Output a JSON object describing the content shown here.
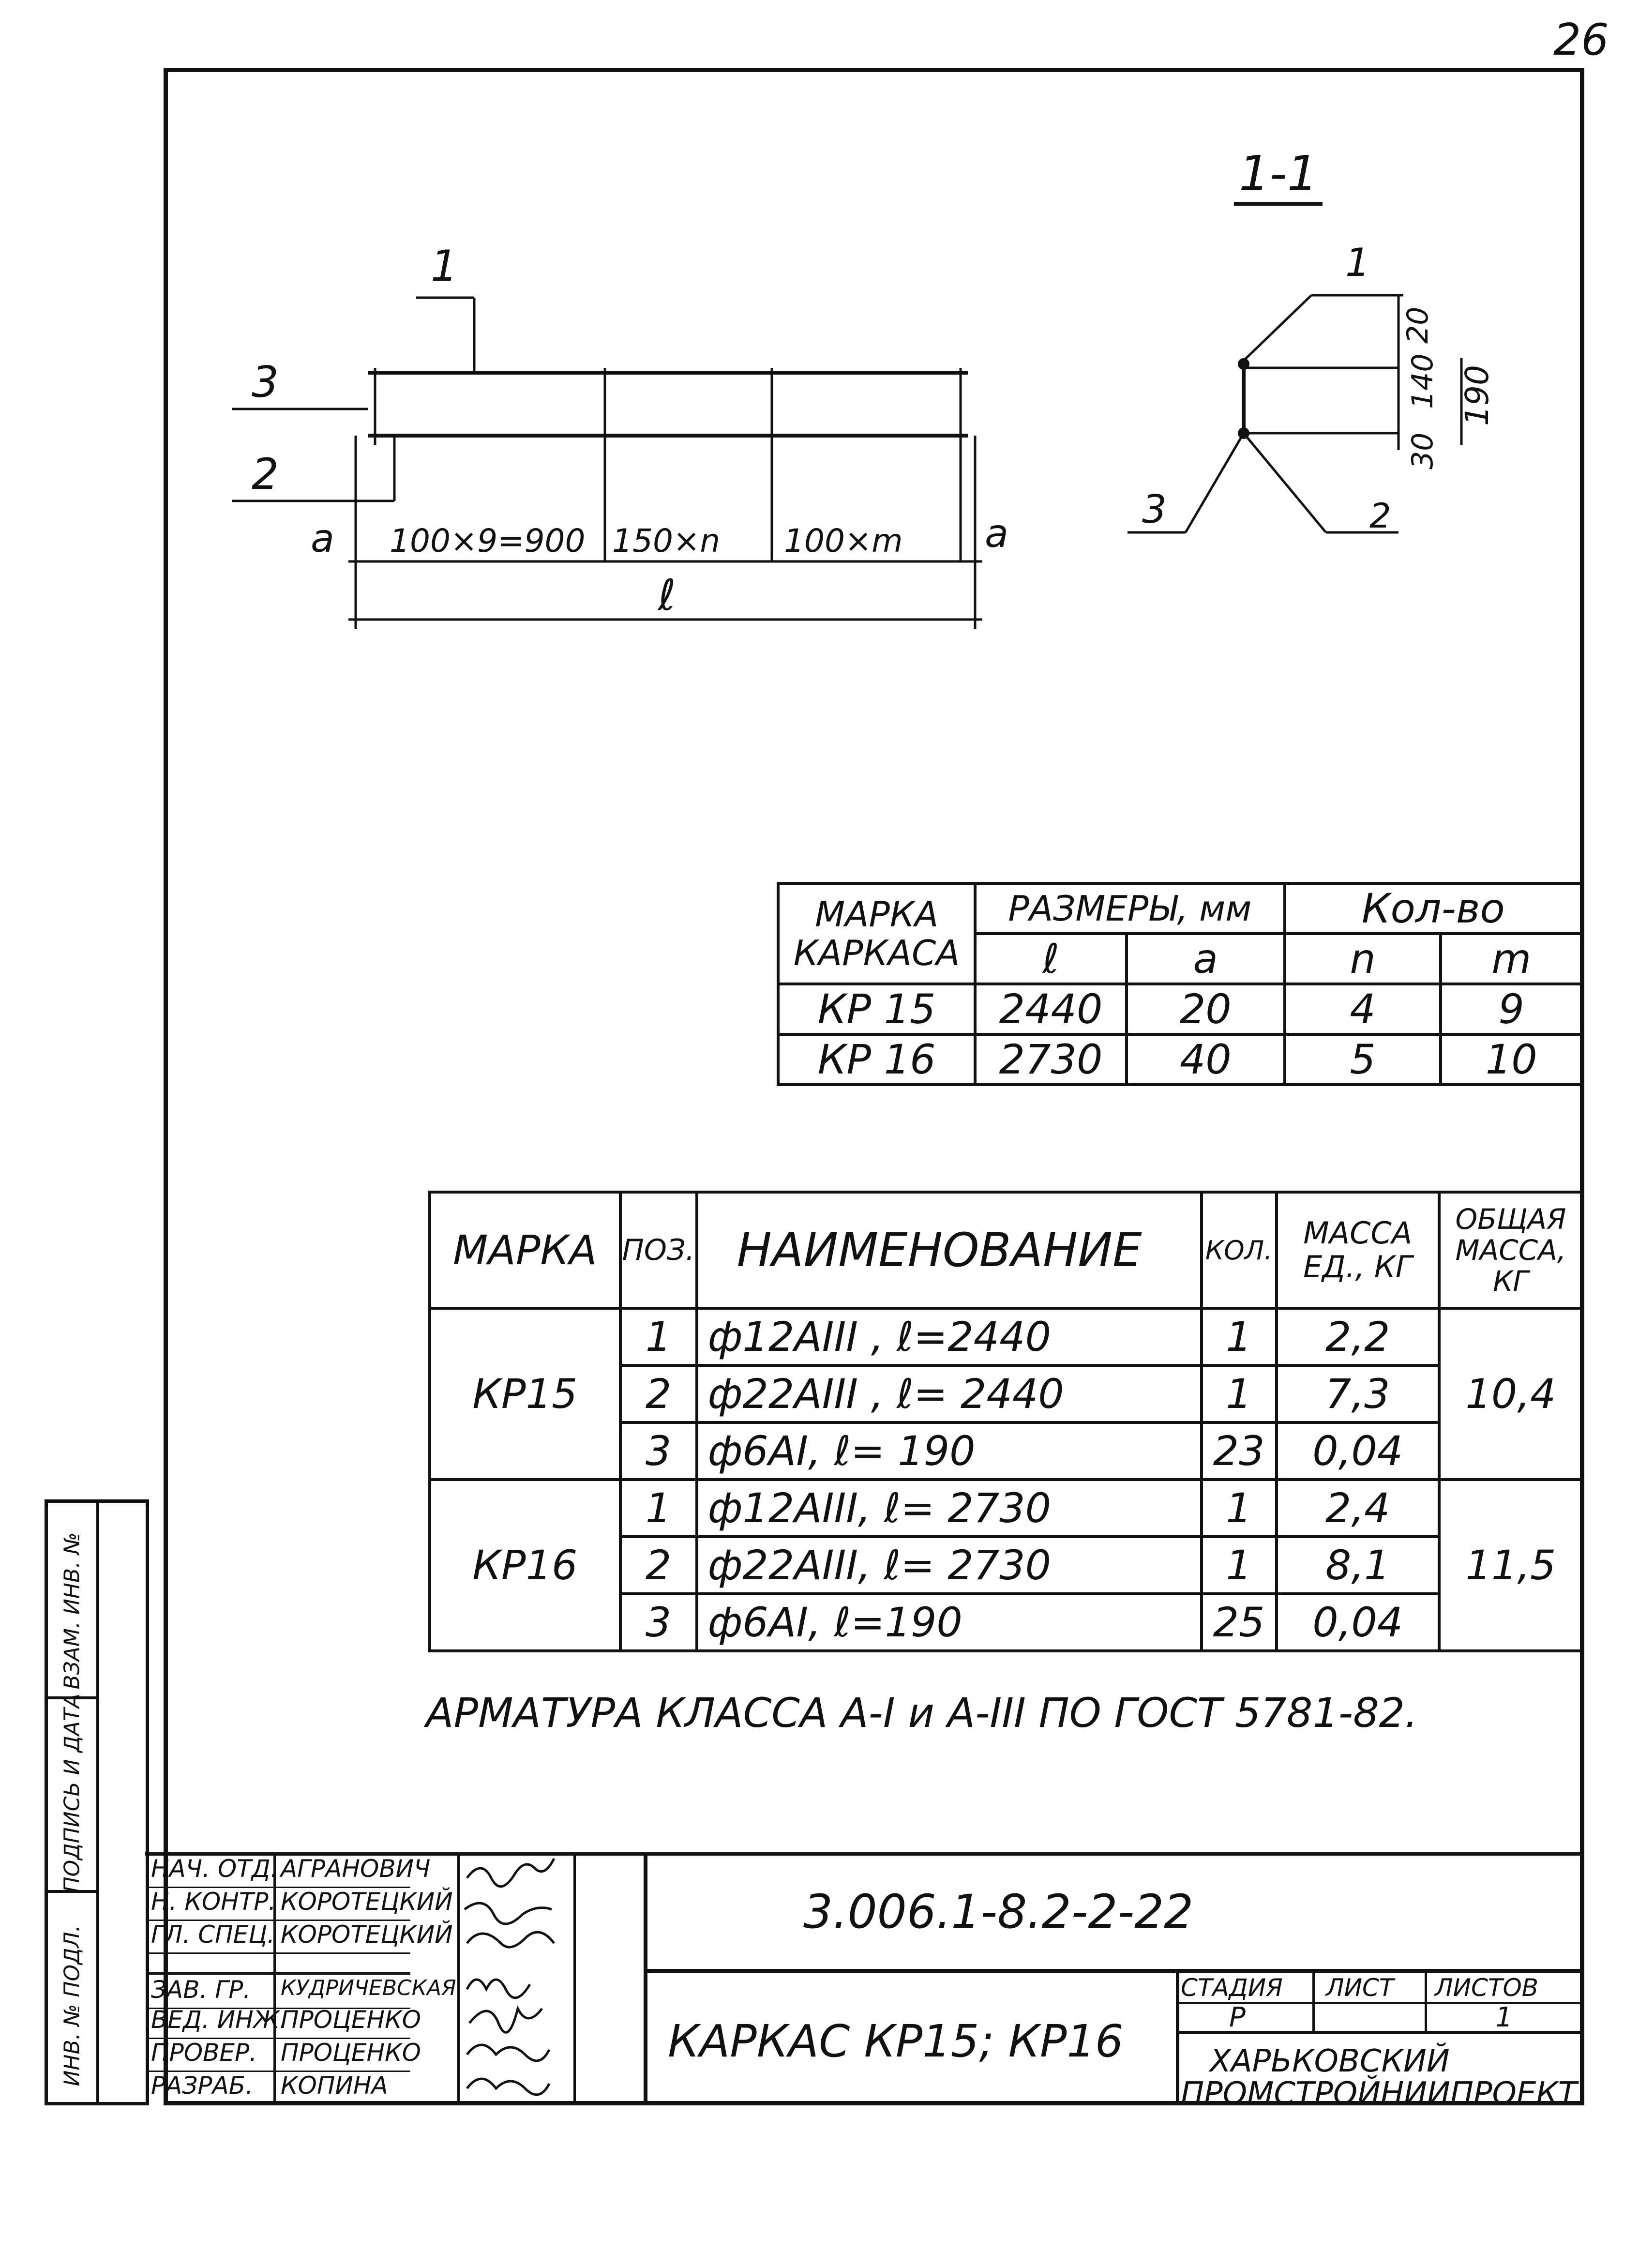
{
  "sheet": {
    "page_number": "26",
    "section_label": "1-1",
    "note": "АРМАТУРА КЛАССА А-I и А-III ПО ГОСТ 5781-82."
  },
  "drawing": {
    "labels": {
      "pos1": "1",
      "pos2": "2",
      "pos3": "3",
      "a_left": "a",
      "a_right": "a",
      "span1": "100×9=900",
      "span2": "150×n",
      "span3": "100×m",
      "total": "ℓ"
    },
    "section": {
      "pos1": "1",
      "pos2": "2",
      "pos3": "3",
      "dim_top": "20",
      "dim_mid": "140",
      "dim_bot": "30",
      "dim_total": "190"
    }
  },
  "dims_table": {
    "header_mark": "МАРКА КАРКАСА",
    "header_sizes": "РАЗМЕРЫ, мм",
    "header_count": "Кол-во",
    "col_l": "ℓ",
    "col_a": "a",
    "col_n": "n",
    "col_m": "m",
    "rows": [
      {
        "mark": "КР 15",
        "l": "2440",
        "a": "20",
        "n": "4",
        "m": "9"
      },
      {
        "mark": "КР 16",
        "l": "2730",
        "a": "40",
        "n": "5",
        "m": "10"
      }
    ]
  },
  "spec_table": {
    "h_mark": "МАРКА",
    "h_pos": "ПОЗ.",
    "h_name": "НАИМЕНОВАНИЕ",
    "h_qty": "КОЛ.",
    "h_unit_mass": "МАССА ЕД., КГ",
    "h_total_mass": "ОБЩАЯ МАССА, КГ",
    "groups": [
      {
        "mark": "КР15",
        "total": "10,4",
        "items": [
          {
            "pos": "1",
            "name": "ф12АIII , ℓ=2440",
            "qty": "1",
            "mass": "2,2"
          },
          {
            "pos": "2",
            "name": "ф22АIII , ℓ= 2440",
            "qty": "1",
            "mass": "7,3"
          },
          {
            "pos": "3",
            "name": "ф6АI,   ℓ= 190",
            "qty": "23",
            "mass": "0,04"
          }
        ]
      },
      {
        "mark": "КР16",
        "total": "11,5",
        "items": [
          {
            "pos": "1",
            "name": "ф12АIII,  ℓ= 2730",
            "qty": "1",
            "mass": "2,4"
          },
          {
            "pos": "2",
            "name": "ф22АIII,  ℓ= 2730",
            "qty": "1",
            "mass": "8,1"
          },
          {
            "pos": "3",
            "name": "ф6АI,    ℓ=190",
            "qty": "25",
            "mass": "0,04"
          }
        ]
      }
    ]
  },
  "title_block": {
    "doc_code": "3.006.1-8.2-2-22",
    "title": "КАРКАС КР15; КР16",
    "stage_label": "СТАДИЯ",
    "sheet_label": "ЛИСТ",
    "sheets_label": "ЛИСТОВ",
    "stage": "Р",
    "sheet": "",
    "sheets": "1",
    "org_line1": "ХАРЬКОВСКИЙ",
    "org_line2": "ПРОМСТРОЙНИИПРОЕКТ",
    "staff": [
      {
        "role": "НАЧ. ОТД.",
        "name": "АГРАНОВИЧ"
      },
      {
        "role": "Н. КОНТР.",
        "name": "КОРОТЕЦКИЙ"
      },
      {
        "role": "ГЛ. СПЕЦ.",
        "name": "КОРОТЕЦКИЙ"
      },
      {
        "role": "ЗАВ. ГР.",
        "name": "КУДРИЧЕВСКАЯ"
      },
      {
        "role": "ВЕД. ИНЖ.",
        "name": "ПРОЦЕНКО"
      },
      {
        "role": "ПРОВЕР.",
        "name": "ПРОЦЕНКО"
      },
      {
        "role": "РАЗРАБ.",
        "name": "КОПИНА"
      }
    ]
  },
  "side_stamp": {
    "inv_orig": "ИНВ. № ПОДЛ.",
    "sign_date": "ПОДПИСЬ И ДАТА",
    "inv_replace": "ВЗАМ. ИНВ. №"
  }
}
